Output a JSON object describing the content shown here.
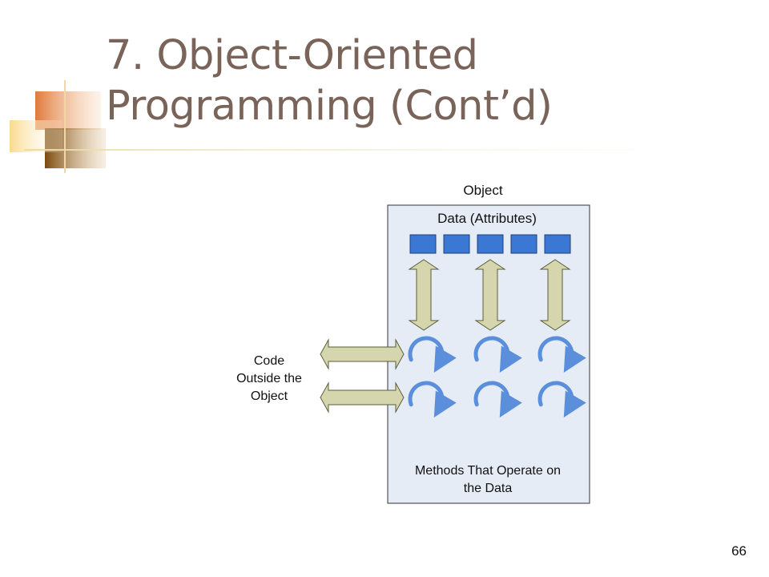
{
  "slide": {
    "title_line1": "7. Object-Oriented",
    "title_line2": "Programming (Cont’d)",
    "page_number": "66"
  },
  "diagram": {
    "object_label": "Object",
    "data_label": "Data (Attributes)",
    "code_label_lines": [
      "Code",
      "Outside the",
      "Object"
    ],
    "methods_label_lines": [
      "Methods That Operate on",
      "the Data"
    ],
    "data_box_count": 5,
    "method_rows": 2,
    "methods_per_row": 3,
    "colors": {
      "object_fill": "#e6ecf6",
      "data_box": "#3a78d4",
      "method_arc": "#5b8fdc",
      "arrow_fill": "#d5d6ae",
      "title": "#7a6358"
    }
  }
}
